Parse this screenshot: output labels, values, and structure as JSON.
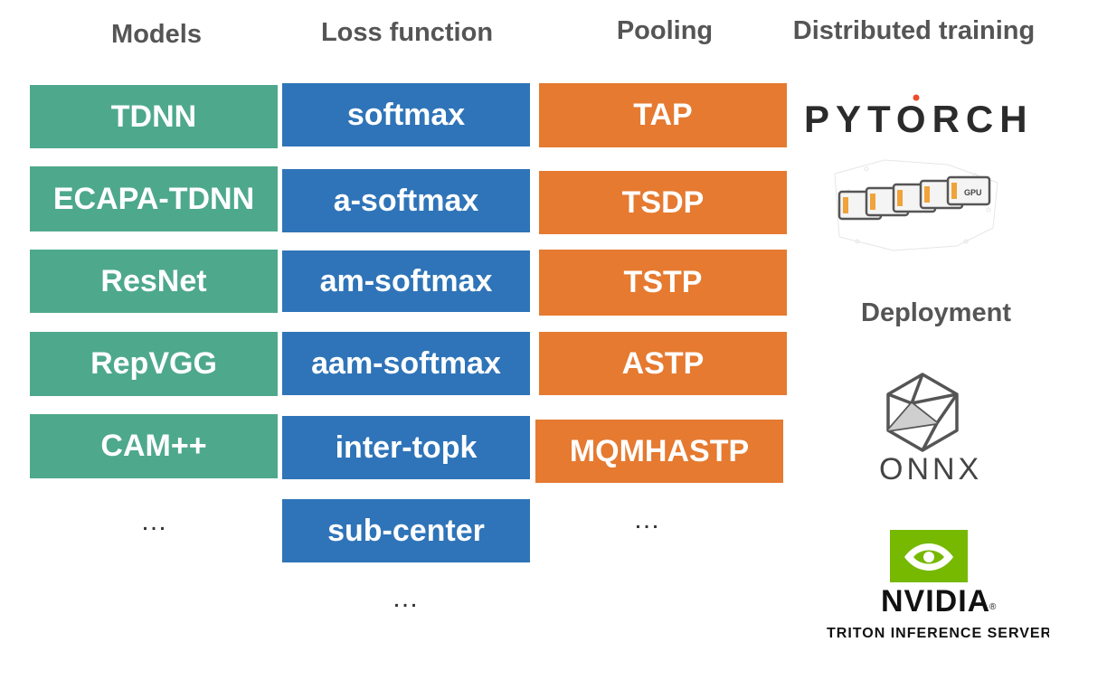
{
  "headers": {
    "models": "Models",
    "loss": "Loss function",
    "pooling": "Pooling",
    "distributed": "Distributed training",
    "deployment": "Deployment"
  },
  "colors": {
    "models": "#4ea88c",
    "loss": "#2f74b8",
    "pooling": "#e57a30",
    "header_text": "#555555",
    "nvidia_green": "#76b900"
  },
  "models": [
    "TDNN",
    "ECAPA-TDNN",
    "ResNet",
    "RepVGG",
    "CAM++"
  ],
  "loss_functions": [
    "softmax",
    "a-softmax",
    "am-softmax",
    "aam-softmax",
    "inter-topk",
    "sub-center"
  ],
  "pooling": [
    "TAP",
    "TSDP",
    "TSTP",
    "ASTP",
    "MQMHASTP"
  ],
  "ellipsis": "…",
  "logos": {
    "pytorch": "PYTORCH",
    "gpu_label": "GPU",
    "onnx": "ONNX",
    "nvidia": "NVIDIA",
    "nvidia_mark": "®",
    "triton": "TRITON INFERENCE SERVER"
  }
}
